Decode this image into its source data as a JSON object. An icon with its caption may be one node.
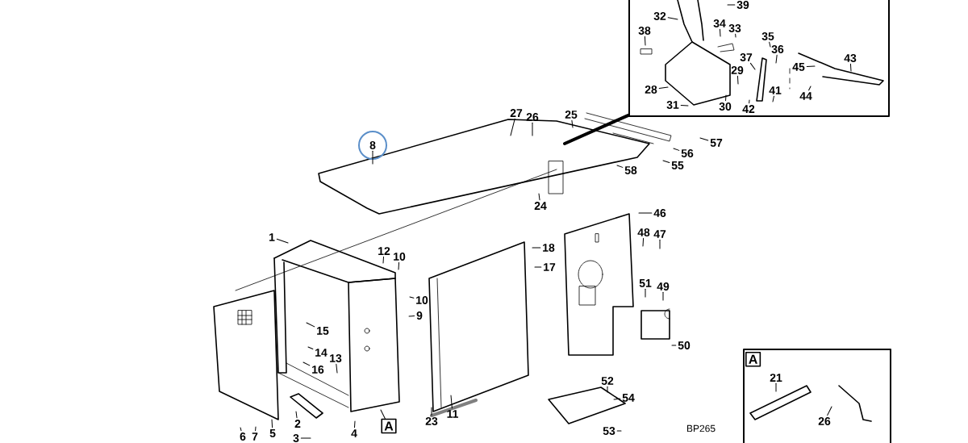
{
  "diagram": {
    "nodes": [
      {
        "text": [],
        "shape": "box"
      },
      {
        "text": [
          "39"
        ],
        "in": 0
      },
      {
        "text": [
          "32"
        ],
        "in": 0
      },
      {
        "text": [
          "34"
        ],
        "in": 0
      },
      {
        "text": [
          "33"
        ],
        "in": 0
      },
      {
        "text": [
          "38"
        ],
        "in": 0
      },
      {
        "text": [
          "35"
        ],
        "in": 0
      },
      {
        "text": [
          "37"
        ],
        "in": 0
      },
      {
        "text": [
          "36"
        ],
        "in": 0
      },
      {
        "text": [
          "29"
        ],
        "in": 0
      },
      {
        "text": [
          "45"
        ],
        "in": 0
      },
      {
        "text": [
          "43"
        ],
        "in": 0
      },
      {
        "text": [
          "28"
        ],
        "in": 0
      },
      {
        "text": [
          "44"
        ],
        "in": 0
      },
      {
        "text": [
          "41"
        ],
        "in": 0
      },
      {
        "text": [
          "31"
        ],
        "in": 0
      },
      {
        "text": [
          "30"
        ],
        "in": 0
      },
      {
        "text": [
          "42"
        ],
        "in": 0
      },
      {
        "text": [
          "27"
        ]
      },
      {
        "text": [
          "26"
        ]
      },
      {
        "text": [
          "25"
        ]
      },
      {
        "text": [
          "8"
        ]
      },
      {
        "text": [
          "57"
        ]
      },
      {
        "text": [
          "56"
        ]
      },
      {
        "text": [
          "55"
        ]
      },
      {
        "text": [
          "58"
        ]
      },
      {
        "text": [
          "24"
        ]
      },
      {
        "text": [
          "46"
        ]
      },
      {
        "text": [
          "1"
        ]
      },
      {
        "text": [
          "48"
        ]
      },
      {
        "text": [
          "47"
        ]
      },
      {
        "text": [
          "12"
        ]
      },
      {
        "text": [
          "10"
        ]
      },
      {
        "text": [
          "18"
        ]
      },
      {
        "text": [
          "17"
        ]
      },
      {
        "text": [
          "51"
        ]
      },
      {
        "text": [
          "49"
        ]
      },
      {
        "text": [
          "10"
        ]
      },
      {
        "text": [
          "9"
        ]
      },
      {
        "text": [
          "15"
        ]
      },
      {
        "text": [
          "14"
        ]
      },
      {
        "text": [
          "13"
        ]
      },
      {
        "text": [
          "16"
        ]
      },
      {
        "text": [
          "50"
        ]
      },
      {
        "text": [
          "52"
        ]
      },
      {
        "text": [
          "11"
        ]
      },
      {
        "text": [
          "54"
        ]
      },
      {
        "text": [
          "23"
        ]
      },
      {
        "text": [
          "2"
        ]
      },
      {
        "text": [
          "A"
        ]
      },
      {
        "text": [
          "5"
        ]
      },
      {
        "text": [
          "4"
        ]
      },
      {
        "text": [
          "53"
        ]
      },
      {
        "text": [
          "7"
        ]
      },
      {
        "text": [
          "3"
        ]
      },
      {
        "text": [
          "6"
        ]
      },
      {
        "text": [
          "A"
        ]
      },
      {
        "text": [
          "21"
        ],
        "in": 56
      },
      {
        "text": [
          "26"
        ],
        "in": 56
      }
    ],
    "edges": [
      {
        "from": 0,
        "to": null,
        "arrow": "none",
        "style": "thick"
      },
      {
        "from": 1,
        "to": null,
        "arrow": "none"
      },
      {
        "from": 2,
        "to": null,
        "arrow": "none"
      },
      {
        "from": 3,
        "to": null,
        "arrow": "none"
      },
      {
        "from": 4,
        "to": null,
        "arrow": "none"
      },
      {
        "from": 5,
        "to": null,
        "arrow": "none"
      },
      {
        "from": 6,
        "to": null,
        "arrow": "none"
      },
      {
        "from": 7,
        "to": null,
        "arrow": "none"
      },
      {
        "from": 8,
        "to": null,
        "arrow": "none"
      },
      {
        "from": 9,
        "to": null,
        "arrow": "none"
      },
      {
        "from": 10,
        "to": null,
        "arrow": "none"
      },
      {
        "from": 11,
        "to": null,
        "arrow": "none"
      },
      {
        "from": 12,
        "to": null,
        "arrow": "none"
      },
      {
        "from": 13,
        "to": null,
        "arrow": "none"
      },
      {
        "from": 14,
        "to": null,
        "arrow": "none"
      },
      {
        "from": 15,
        "to": null,
        "arrow": "none"
      },
      {
        "from": 16,
        "to": null,
        "arrow": "none"
      },
      {
        "from": 17,
        "to": null,
        "arrow": "none"
      },
      {
        "from": 18,
        "to": null,
        "arrow": "none"
      },
      {
        "from": 19,
        "to": null,
        "arrow": "none"
      },
      {
        "from": 20,
        "to": null,
        "arrow": "none"
      },
      {
        "from": 21,
        "to": null,
        "arrow": "none"
      },
      {
        "from": 22,
        "to": null,
        "arrow": "none"
      },
      {
        "from": 23,
        "to": null,
        "arrow": "none"
      },
      {
        "from": 24,
        "to": null,
        "arrow": "none"
      },
      {
        "from": 25,
        "to": null,
        "arrow": "none"
      },
      {
        "from": 26,
        "to": null,
        "arrow": "none"
      },
      {
        "from": 27,
        "to": null,
        "arrow": "none"
      },
      {
        "from": 28,
        "to": null,
        "arrow": "none"
      },
      {
        "from": 29,
        "to": null,
        "arrow": "none"
      },
      {
        "from": 30,
        "to": null,
        "arrow": "none"
      },
      {
        "from": 31,
        "to": null,
        "arrow": "none"
      },
      {
        "from": 32,
        "to": null,
        "arrow": "none"
      },
      {
        "from": 33,
        "to": null,
        "arrow": "none"
      },
      {
        "from": 34,
        "to": null,
        "arrow": "none"
      },
      {
        "from": 35,
        "to": null,
        "arrow": "none"
      },
      {
        "from": 36,
        "to": null,
        "arrow": "none"
      },
      {
        "from": 37,
        "to": null,
        "arrow": "none"
      },
      {
        "from": 38,
        "to": null,
        "arrow": "none"
      },
      {
        "from": 39,
        "to": null,
        "arrow": "none"
      },
      {
        "from": 40,
        "to": null,
        "arrow": "none"
      },
      {
        "from": 41,
        "to": null,
        "arrow": "none"
      },
      {
        "from": 42,
        "to": null,
        "arrow": "none"
      },
      {
        "from": 43,
        "to": null,
        "arrow": "none"
      },
      {
        "from": 44,
        "to": null,
        "arrow": "none"
      },
      {
        "from": 45,
        "to": null,
        "arrow": "none"
      },
      {
        "from": 46,
        "to": null,
        "arrow": "none"
      },
      {
        "from": 47,
        "to": null,
        "arrow": "none"
      },
      {
        "from": 48,
        "to": null,
        "arrow": "none"
      },
      {
        "from": 49,
        "to": null,
        "arrow": "none"
      },
      {
        "from": 50,
        "to": null,
        "arrow": "none"
      },
      {
        "from": 51,
        "to": null,
        "arrow": "none"
      },
      {
        "from": 52,
        "to": null,
        "arrow": "none"
      },
      {
        "from": 53,
        "to": null,
        "arrow": "none"
      },
      {
        "from": 54,
        "to": null,
        "arrow": "none"
      },
      {
        "from": 55,
        "to": null,
        "arrow": "none"
      },
      {
        "from": 57,
        "to": null,
        "arrow": "none"
      },
      {
        "from": 58,
        "to": null,
        "arrow": "none"
      }
    ],
    "labels": [
      "BP265"
    ]
  }
}
